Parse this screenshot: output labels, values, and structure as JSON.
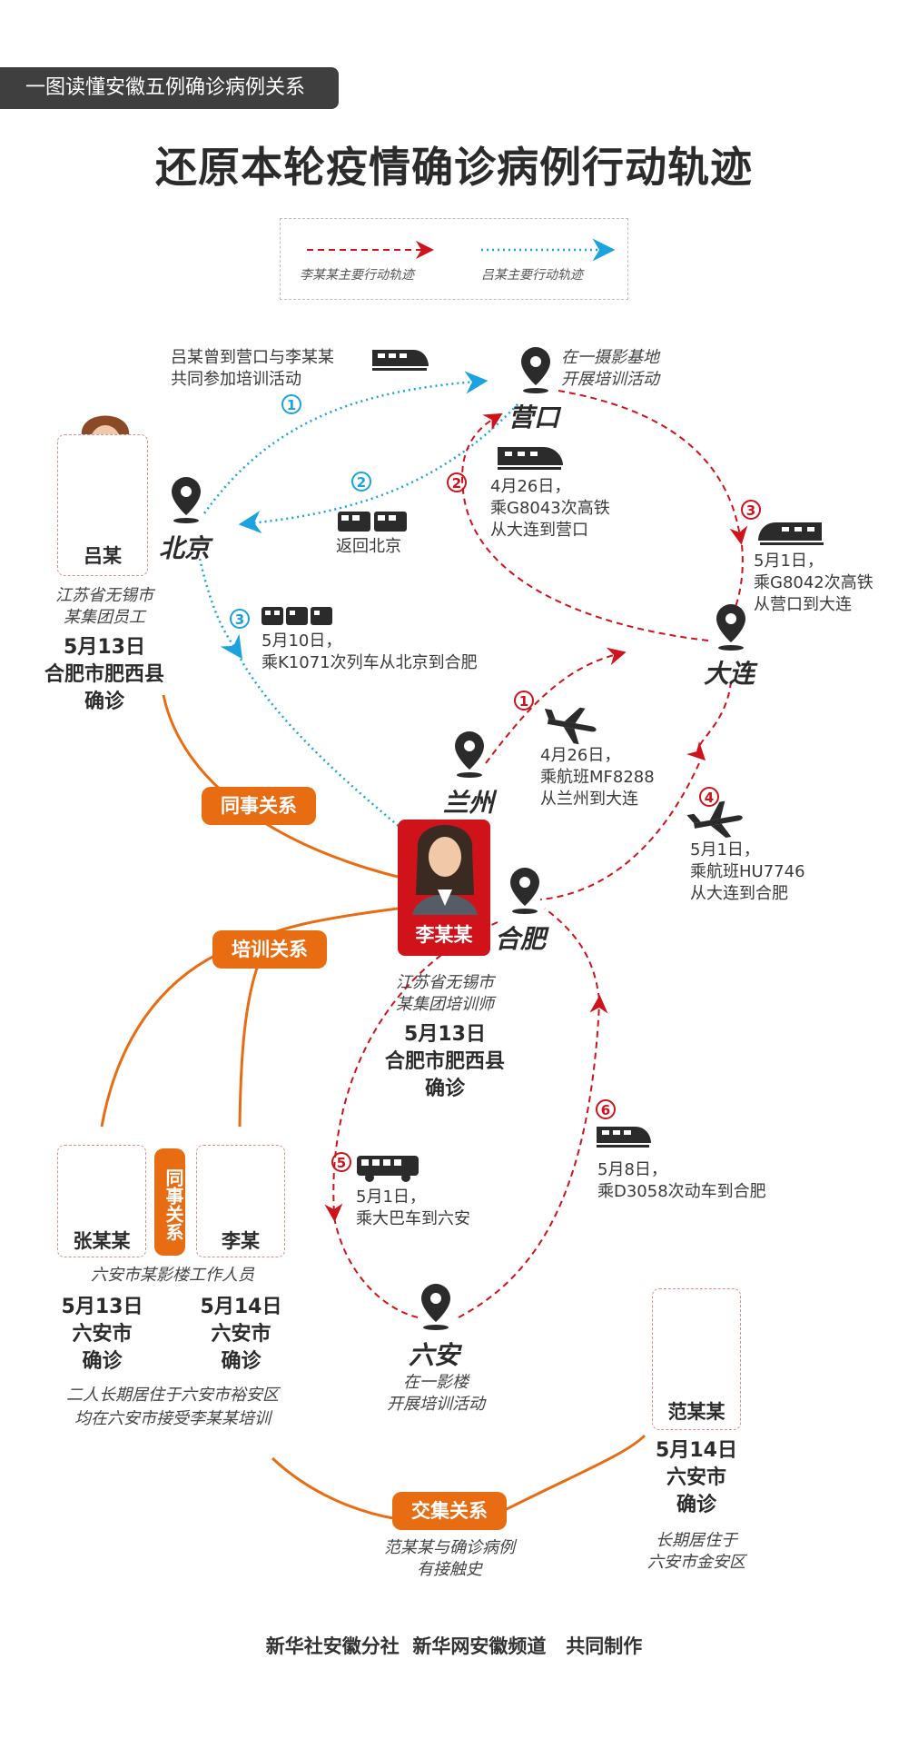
{
  "header": {
    "tag": "一图读懂安徽五例确诊病例关系",
    "title": "还原本轮疫情确诊病例行动轨迹"
  },
  "legend": {
    "red": "李某某主要行动轨迹",
    "blue": "吕某主要行动轨迹"
  },
  "colors": {
    "red": "#d0121b",
    "blue": "#1aa3e0",
    "orange": "#e86d12"
  },
  "cities": {
    "yingkou": "营口",
    "yingkou_note_1": "在一摄影基地",
    "yingkou_note_2": "开展培训活动",
    "beijing": "北京",
    "dalian": "大连",
    "lanzhou": "兰州",
    "hefei": "合肥",
    "luan": "六安",
    "luan_note_1": "在一影楼",
    "luan_note_2": "开展培训活动"
  },
  "blue_route": {
    "step1": "1",
    "step1_l1": "吕某曾到营口与李某某",
    "step1_l2": "共同参加培训活动",
    "step2": "2",
    "step2_text": "返回北京",
    "step3": "3",
    "step3_l1": "5月10日，",
    "step3_l2": "乘K1071次列车从北京到合肥"
  },
  "red_route": {
    "step1": "1",
    "step1_l1": "4月26日，",
    "step1_l2": "乘航班MF8288",
    "step1_l3": "从兰州到大连",
    "step2": "2",
    "step2_l1": "4月26日，",
    "step2_l2": "乘G8043次高铁",
    "step2_l3": "从大连到营口",
    "step3": "3",
    "step3_l1": "5月1日，",
    "step3_l2": "乘G8042次高铁",
    "step3_l3": "从营口到大连",
    "step4": "4",
    "step4_l1": "5月1日，",
    "step4_l2": "乘航班HU7746",
    "step4_l3": "从大连到合肥",
    "step5": "5",
    "step5_l1": "5月1日，",
    "step5_l2": "乘大巴车到六安",
    "step6": "6",
    "step6_l1": "5月8日，",
    "step6_l2": "乘D3058次动车到合肥"
  },
  "people": {
    "lv": {
      "name": "吕某",
      "job_1": "江苏省无锡市",
      "job_2": "某集团员工",
      "date": "5月13日",
      "place_1": "合肥市肥西县",
      "place_2": "确诊"
    },
    "li": {
      "name": "李某某",
      "job_1": "江苏省无锡市",
      "job_2": "某集团培训师",
      "date": "5月13日",
      "place_1": "合肥市肥西县",
      "place_2": "确诊"
    },
    "zhang": {
      "name": "张某某",
      "date": "5月13日",
      "place_1": "六安市",
      "place_2": "确诊"
    },
    "li2": {
      "name": "李某",
      "date": "5月14日",
      "place_1": "六安市",
      "place_2": "确诊"
    },
    "fan": {
      "name": "范某某",
      "date": "5月14日",
      "place_1": "六安市",
      "place_2": "确诊",
      "note_1": "长期居住于",
      "note_2": "六安市金安区"
    },
    "shared_job": "六安市某影楼工作人员",
    "shared_note_1": "二人长期居住于六安市裕安区",
    "shared_note_2": "均在六安市接受李某某培训"
  },
  "relations": {
    "colleague": "同事关系",
    "training": "培训关系",
    "colleague_v": "同事关系",
    "intersect": "交集关系",
    "intersect_note_1": "范某某与确诊病例",
    "intersect_note_2": "有接触史"
  },
  "footer": "新华社安徽分社  新华网安徽频道   共同制作"
}
